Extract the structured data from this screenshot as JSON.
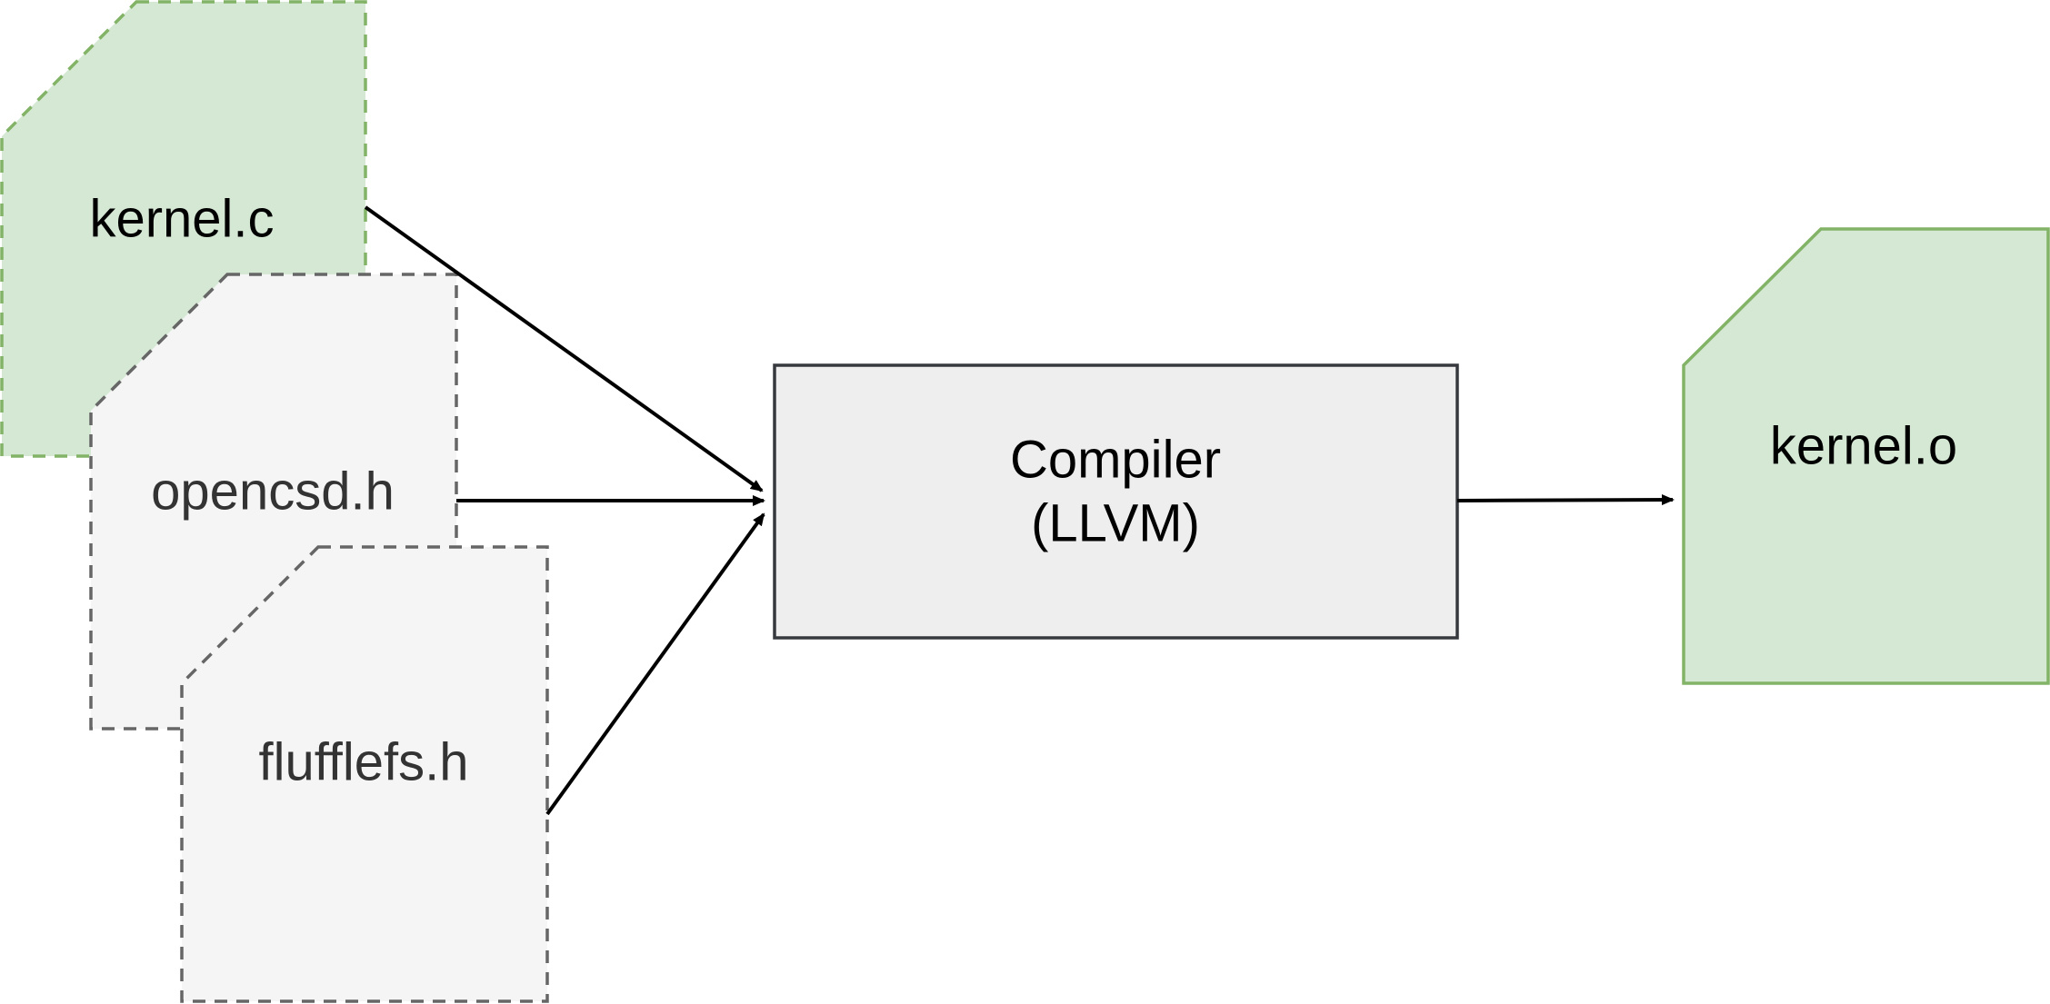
{
  "diagram": {
    "nodes": {
      "kernel_c": {
        "label": "kernel.c"
      },
      "opencsd_h": {
        "label": "opencsd.h"
      },
      "flufflefs_h": {
        "label": "flufflefs.h"
      },
      "compiler": {
        "line1": "Compiler",
        "line2": "(LLVM)"
      },
      "kernel_o": {
        "label": "kernel.o"
      }
    },
    "colors": {
      "green_fill": "#d5e8d4",
      "green_stroke": "#82b366",
      "gray_fill": "#f5f5f5",
      "gray_stroke": "#666666",
      "compiler_fill": "#eeeeee",
      "compiler_stroke": "#36393d",
      "dark_text": "#000000",
      "gray_text": "#333333",
      "edge": "#000000"
    }
  }
}
